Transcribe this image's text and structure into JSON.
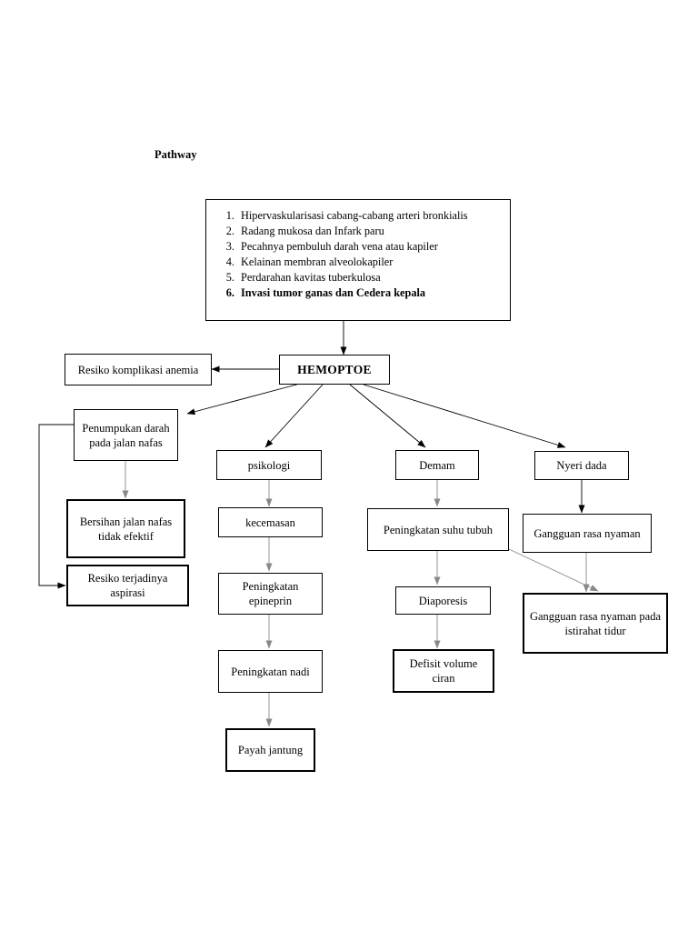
{
  "page": {
    "title": "Pathway"
  },
  "causes": {
    "items": [
      "Hipervaskularisasi cabang-cabang arteri bronkialis",
      "Radang mukosa dan Infark paru",
      "Pecahnya pembuluh darah vena atau kapiler",
      "Kelainan membran alveolokapiler",
      "Perdarahan kavitas tuberkulosa",
      "Invasi tumor ganas dan Cedera kepala"
    ]
  },
  "nodes": {
    "hemoptoe": "HEMOPTOE",
    "resiko_komplikasi_anemia": "Resiko komplikasi anemia",
    "penumpukan_darah": "Penumpukan darah pada jalan nafas",
    "bersihan_jalan_nafas": "Bersihan jalan nafas tidak efektif",
    "resiko_aspirasi": "Resiko terjadinya aspirasi",
    "psikologi": "psikologi",
    "kecemasan": "kecemasan",
    "peningkatan_epineprin": "Peningkatan epineprin",
    "peningkatan_nadi": "Peningkatan nadi",
    "payah_jantung": "Payah jantung",
    "demam": "Demam",
    "peningkatan_suhu": "Peningkatan suhu tubuh",
    "diaporesis": "Diaporesis",
    "defisit_volume_cairan": "Defisit volume ciran",
    "nyeri_dada": "Nyeri dada",
    "gangguan_rasa_nyaman": "Gangguan rasa nyaman",
    "gangguan_istirahat_tidur": "Gangguan rasa nyaman pada istirahat tidur"
  }
}
